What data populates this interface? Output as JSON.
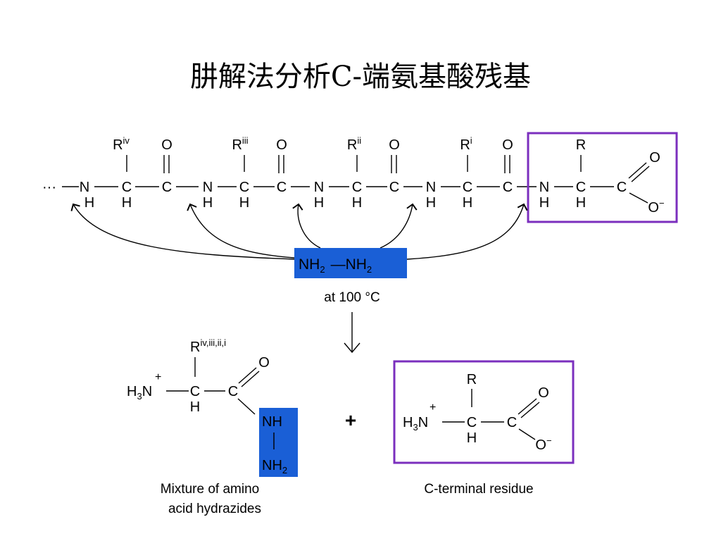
{
  "title": "肼解法分析C-端氨基酸残基",
  "colors": {
    "reagent_box": "#1a5fd6",
    "terminal_box": "#7b2fbe",
    "ink": "#000000"
  },
  "peptide": {
    "lead_dots": "···",
    "residues": [
      {
        "r_base": "R",
        "r_sup": "iv"
      },
      {
        "r_base": "R",
        "r_sup": "iii"
      },
      {
        "r_base": "R",
        "r_sup": "ii"
      },
      {
        "r_base": "R",
        "r_sup": "i"
      }
    ],
    "terminal": {
      "r": "R",
      "n": "N",
      "c_alpha": "C",
      "c": "C",
      "h": "H",
      "o": "O",
      "o_minus": "O",
      "charge": "−"
    },
    "atom_n": "N",
    "atom_c": "C",
    "atom_h": "H",
    "atom_o": "O"
  },
  "reagent": {
    "left_base": "NH",
    "left_sub": "2",
    "bond": "—",
    "right_base": "NH",
    "right_sub": "2",
    "condition": "at 100 °C"
  },
  "products": {
    "hydrazide": {
      "r_base": "R",
      "r_sup": "iv,iii,ii,i",
      "h3": "H",
      "h3_sub": "3",
      "plus_charge": "+",
      "n": "N",
      "c_alpha": "C",
      "h": "H",
      "c": "C",
      "o": "O",
      "nh": "NH",
      "nh2_base": "NH",
      "nh2_sub": "2",
      "caption_line1": "Mixture of amino",
      "caption_line2": "acid hydrazides"
    },
    "plus_sign": "+",
    "terminal": {
      "r": "R",
      "h3": "H",
      "h3_sub": "3",
      "plus_charge": "+",
      "n": "N",
      "c_alpha": "C",
      "h": "H",
      "c": "C",
      "o": "O",
      "o_minus": "O",
      "charge": "−",
      "caption": "C-terminal residue"
    }
  }
}
